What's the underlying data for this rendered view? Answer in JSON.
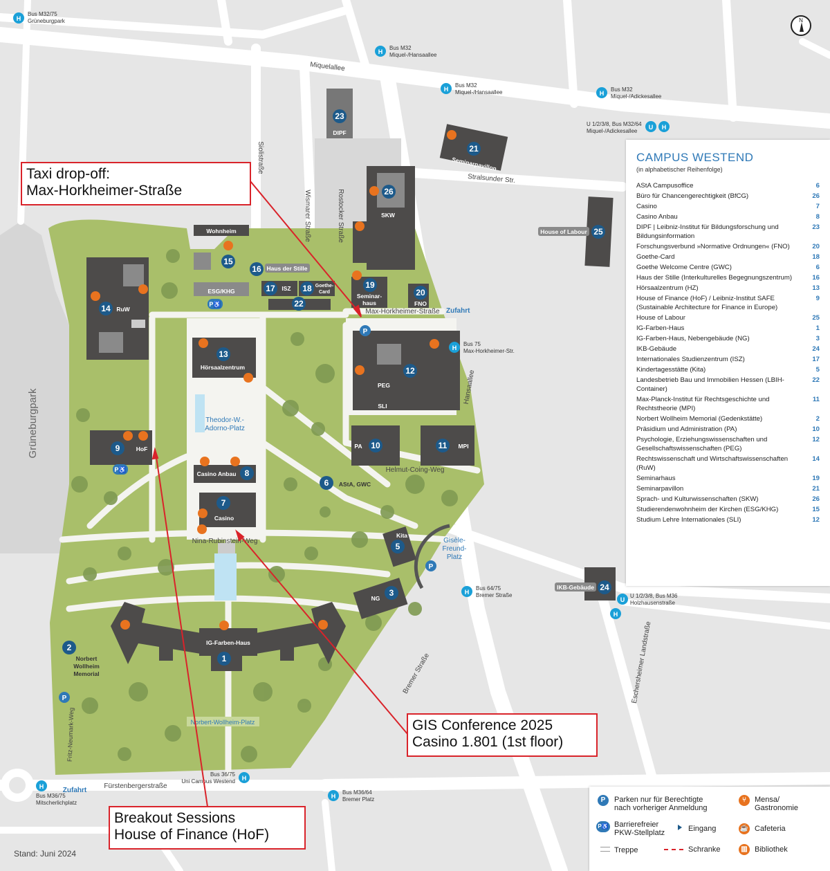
{
  "index": {
    "title": "CAMPUS WESTEND",
    "subtitle": "(in alphabetischer Reihenfolge)",
    "entries": [
      {
        "label": "AStA Campusoffice",
        "num": "6"
      },
      {
        "label": "Büro für Chancengerechtigkeit (BfCG)",
        "num": "26"
      },
      {
        "label": "Casino",
        "num": "7"
      },
      {
        "label": "Casino Anbau",
        "num": "8"
      },
      {
        "label": "DIPF | Leibniz-Institut für Bildungsforschung und Bildungsinformation",
        "num": "23"
      },
      {
        "label": "Forschungsverbund »Normative Ordnungen« (FNO)",
        "num": "20"
      },
      {
        "label": "Goethe-Card",
        "num": "18"
      },
      {
        "label": "Goethe Welcome Centre (GWC)",
        "num": "6"
      },
      {
        "label": "Haus der Stille (Interkulturelles Begegnungszentrum)",
        "num": "16"
      },
      {
        "label": "Hörsaalzentrum (HZ)",
        "num": "13"
      },
      {
        "label": "House of Finance (HoF) / Leibniz-Institut SAFE (Sustainable Architecture for Finance in Europe)",
        "num": "9"
      },
      {
        "label": "House of Labour",
        "num": "25"
      },
      {
        "label": "IG-Farben-Haus",
        "num": "1"
      },
      {
        "label": "IG-Farben-Haus, Nebengebäude (NG)",
        "num": "3"
      },
      {
        "label": "IKB-Gebäude",
        "num": "24"
      },
      {
        "label": "Internationales Studienzentrum (ISZ)",
        "num": "17"
      },
      {
        "label": "Kindertagesstätte (Kita)",
        "num": "5"
      },
      {
        "label": "Landesbetrieb Bau und Immobilien Hessen (LBIH-Container)",
        "num": "22"
      },
      {
        "label": "Max-Planck-Institut für Rechtsgeschichte und Rechtstheorie (MPI)",
        "num": "11"
      },
      {
        "label": "Norbert Wollheim Memorial (Gedenkstätte)",
        "num": "2"
      },
      {
        "label": "Präsidium und Administration (PA)",
        "num": "10"
      },
      {
        "label": "Psychologie, Erziehungswissenschaften und Gesellschaftswissenschaften (PEG)",
        "num": "12"
      },
      {
        "label": "Rechtswissenschaft und Wirtschaftswissenschaften (RuW)",
        "num": "14"
      },
      {
        "label": "Seminarhaus",
        "num": "19"
      },
      {
        "label": "Seminarpavillon",
        "num": "21"
      },
      {
        "label": "Sprach- und Kulturwissenschaften (SKW)",
        "num": "26"
      },
      {
        "label": "Studierendenwohnheim der Kirchen (ESG/KHG)",
        "num": "15"
      },
      {
        "label": "Studium Lehre Internationales (SLI)",
        "num": "12"
      }
    ]
  },
  "callouts": {
    "taxi": [
      "Taxi drop-off:",
      "Max-Horkheimer-Straße"
    ],
    "gis": [
      "GIS Conference 2025",
      "Casino 1.801 (1st floor)"
    ],
    "breakout": [
      "Breakout Sessions",
      "House of Finance (HoF)"
    ]
  },
  "legend": {
    "parken": "Parken nur für Berechtigte nach vorheriger Anmeldung",
    "parken_icon": "P",
    "barrierefrei": "Barrierefreier PKW-Stellplatz",
    "barrierefrei_icon": "P♿",
    "eingang": "Eingang",
    "treppe": "Treppe",
    "schranke": "Schranke",
    "mensa": "Mensa/ Gastronomie",
    "cafeteria": "Cafeteria",
    "bibliothek": "Bibliothek"
  },
  "stand": "Stand: Juni 2024",
  "compass_label": "N",
  "streets": {
    "miquelallee": "Miquelallee",
    "sioli": "Siolistraße",
    "wismarer": "Wismarer Straße",
    "rostocker": "Rostocker Straße",
    "stralsunder": "Stralsunder Str.",
    "hansaallee": "Hansaallee",
    "horkheimer": "Max-Horkheimer-Straße",
    "zufahrt1": "Zufahrt",
    "helmut": "Helmut-Coing-Weg",
    "nina": "Nina-Rubinstein-Weg",
    "bremer": "Bremer Straße",
    "eschersheimer": "Eschersheimer Landstraße",
    "fuerstenberger": "Fürstenbergerstraße",
    "fritz": "Fritz-Neumark-Weg",
    "zufahrt2": "Zufahrt",
    "grueneburgpark": "Grüneburgpark"
  },
  "plazas": {
    "adorno1": "Theodor-W.-",
    "adorno2": "Adorno-Platz",
    "gisele1": "Gisèle-",
    "gisele2": "Freund-",
    "gisele3": "Platz",
    "wollheim": "Norbert-Wollheim-Platz"
  },
  "bus": {
    "b1": [
      "Bus M32/75",
      "Grüneburgpark"
    ],
    "b2": [
      "Bus M32",
      "Miquel-/Hansaallee"
    ],
    "b3": [
      "Bus M32",
      "Miquel-/Hansaallee"
    ],
    "b4": [
      "Bus M32",
      "Miquel-/Adickesallee"
    ],
    "b5": [
      "U 1/2/3/8, Bus M32/64",
      "Miquel-/Adickesallee"
    ],
    "b6": [
      "Bus 75",
      "Max-Horkheimer-Str."
    ],
    "b7": [
      "Bus 64/75",
      "Bremer Straße"
    ],
    "b8": [
      "U 1/2/3/8, Bus M36",
      "Holzhausenstraße"
    ],
    "b9": [
      "Bus 36/75",
      "Uni Campus Westend"
    ],
    "b10": [
      "Bus M36/75",
      "Mitscherlichplatz"
    ],
    "b11": [
      "Bus M36/64",
      "Bremer Platz"
    ],
    "icon_h": "H",
    "icon_u": "U"
  },
  "buildings": {
    "b1": {
      "num": "1",
      "name": "IG-Farben-Haus"
    },
    "b2": {
      "num": "2",
      "name": [
        "Norbert",
        "Wollheim",
        "Memorial"
      ]
    },
    "b3": {
      "num": "3",
      "name": "NG"
    },
    "b5": {
      "num": "5",
      "name": "Kita"
    },
    "b6": {
      "num": "6",
      "name": "AStA, GWC"
    },
    "b7": {
      "num": "7",
      "name": "Casino"
    },
    "b8": {
      "num": "8",
      "name": "Casino Anbau"
    },
    "b9": {
      "num": "9",
      "name": "HoF"
    },
    "b10": {
      "num": "10",
      "name": "PA"
    },
    "b11": {
      "num": "11",
      "name": "MPI"
    },
    "b12": {
      "num": "12",
      "name": "PEG",
      "sub": "SLI"
    },
    "b13": {
      "num": "13",
      "name": "Hörsaalzentrum"
    },
    "b14": {
      "num": "14",
      "name": "RuW"
    },
    "b15": {
      "num": "15",
      "name": "Wohnheim",
      "sub": "ESG/KHG"
    },
    "b16": {
      "num": "16",
      "name": "Haus der Stille"
    },
    "b17": {
      "num": "17",
      "name": "ISZ"
    },
    "b18": {
      "num": "18",
      "name": [
        "Goethe-",
        "Card"
      ]
    },
    "b19": {
      "num": "19",
      "name": [
        "Seminar-",
        "haus"
      ]
    },
    "b20": {
      "num": "20",
      "name": "FNO"
    },
    "b21": {
      "num": "21",
      "name": "Seminarpavillon"
    },
    "b22": {
      "num": "22"
    },
    "b23": {
      "num": "23",
      "name": "DIPF"
    },
    "b24": {
      "num": "24",
      "name": "IKB-Gebäude"
    },
    "b25": {
      "num": "25",
      "name": "House of Labour"
    },
    "b26": {
      "num": "26",
      "name": "SKW"
    }
  },
  "colors": {
    "background": "#e6e6e6",
    "campus_green": "#a9bf6a",
    "building": "#4d4b4a",
    "number_blue": "#1d5a8a",
    "accent_blue": "#2f79b7",
    "orange": "#e8731f",
    "callout_red": "#d9232a"
  }
}
